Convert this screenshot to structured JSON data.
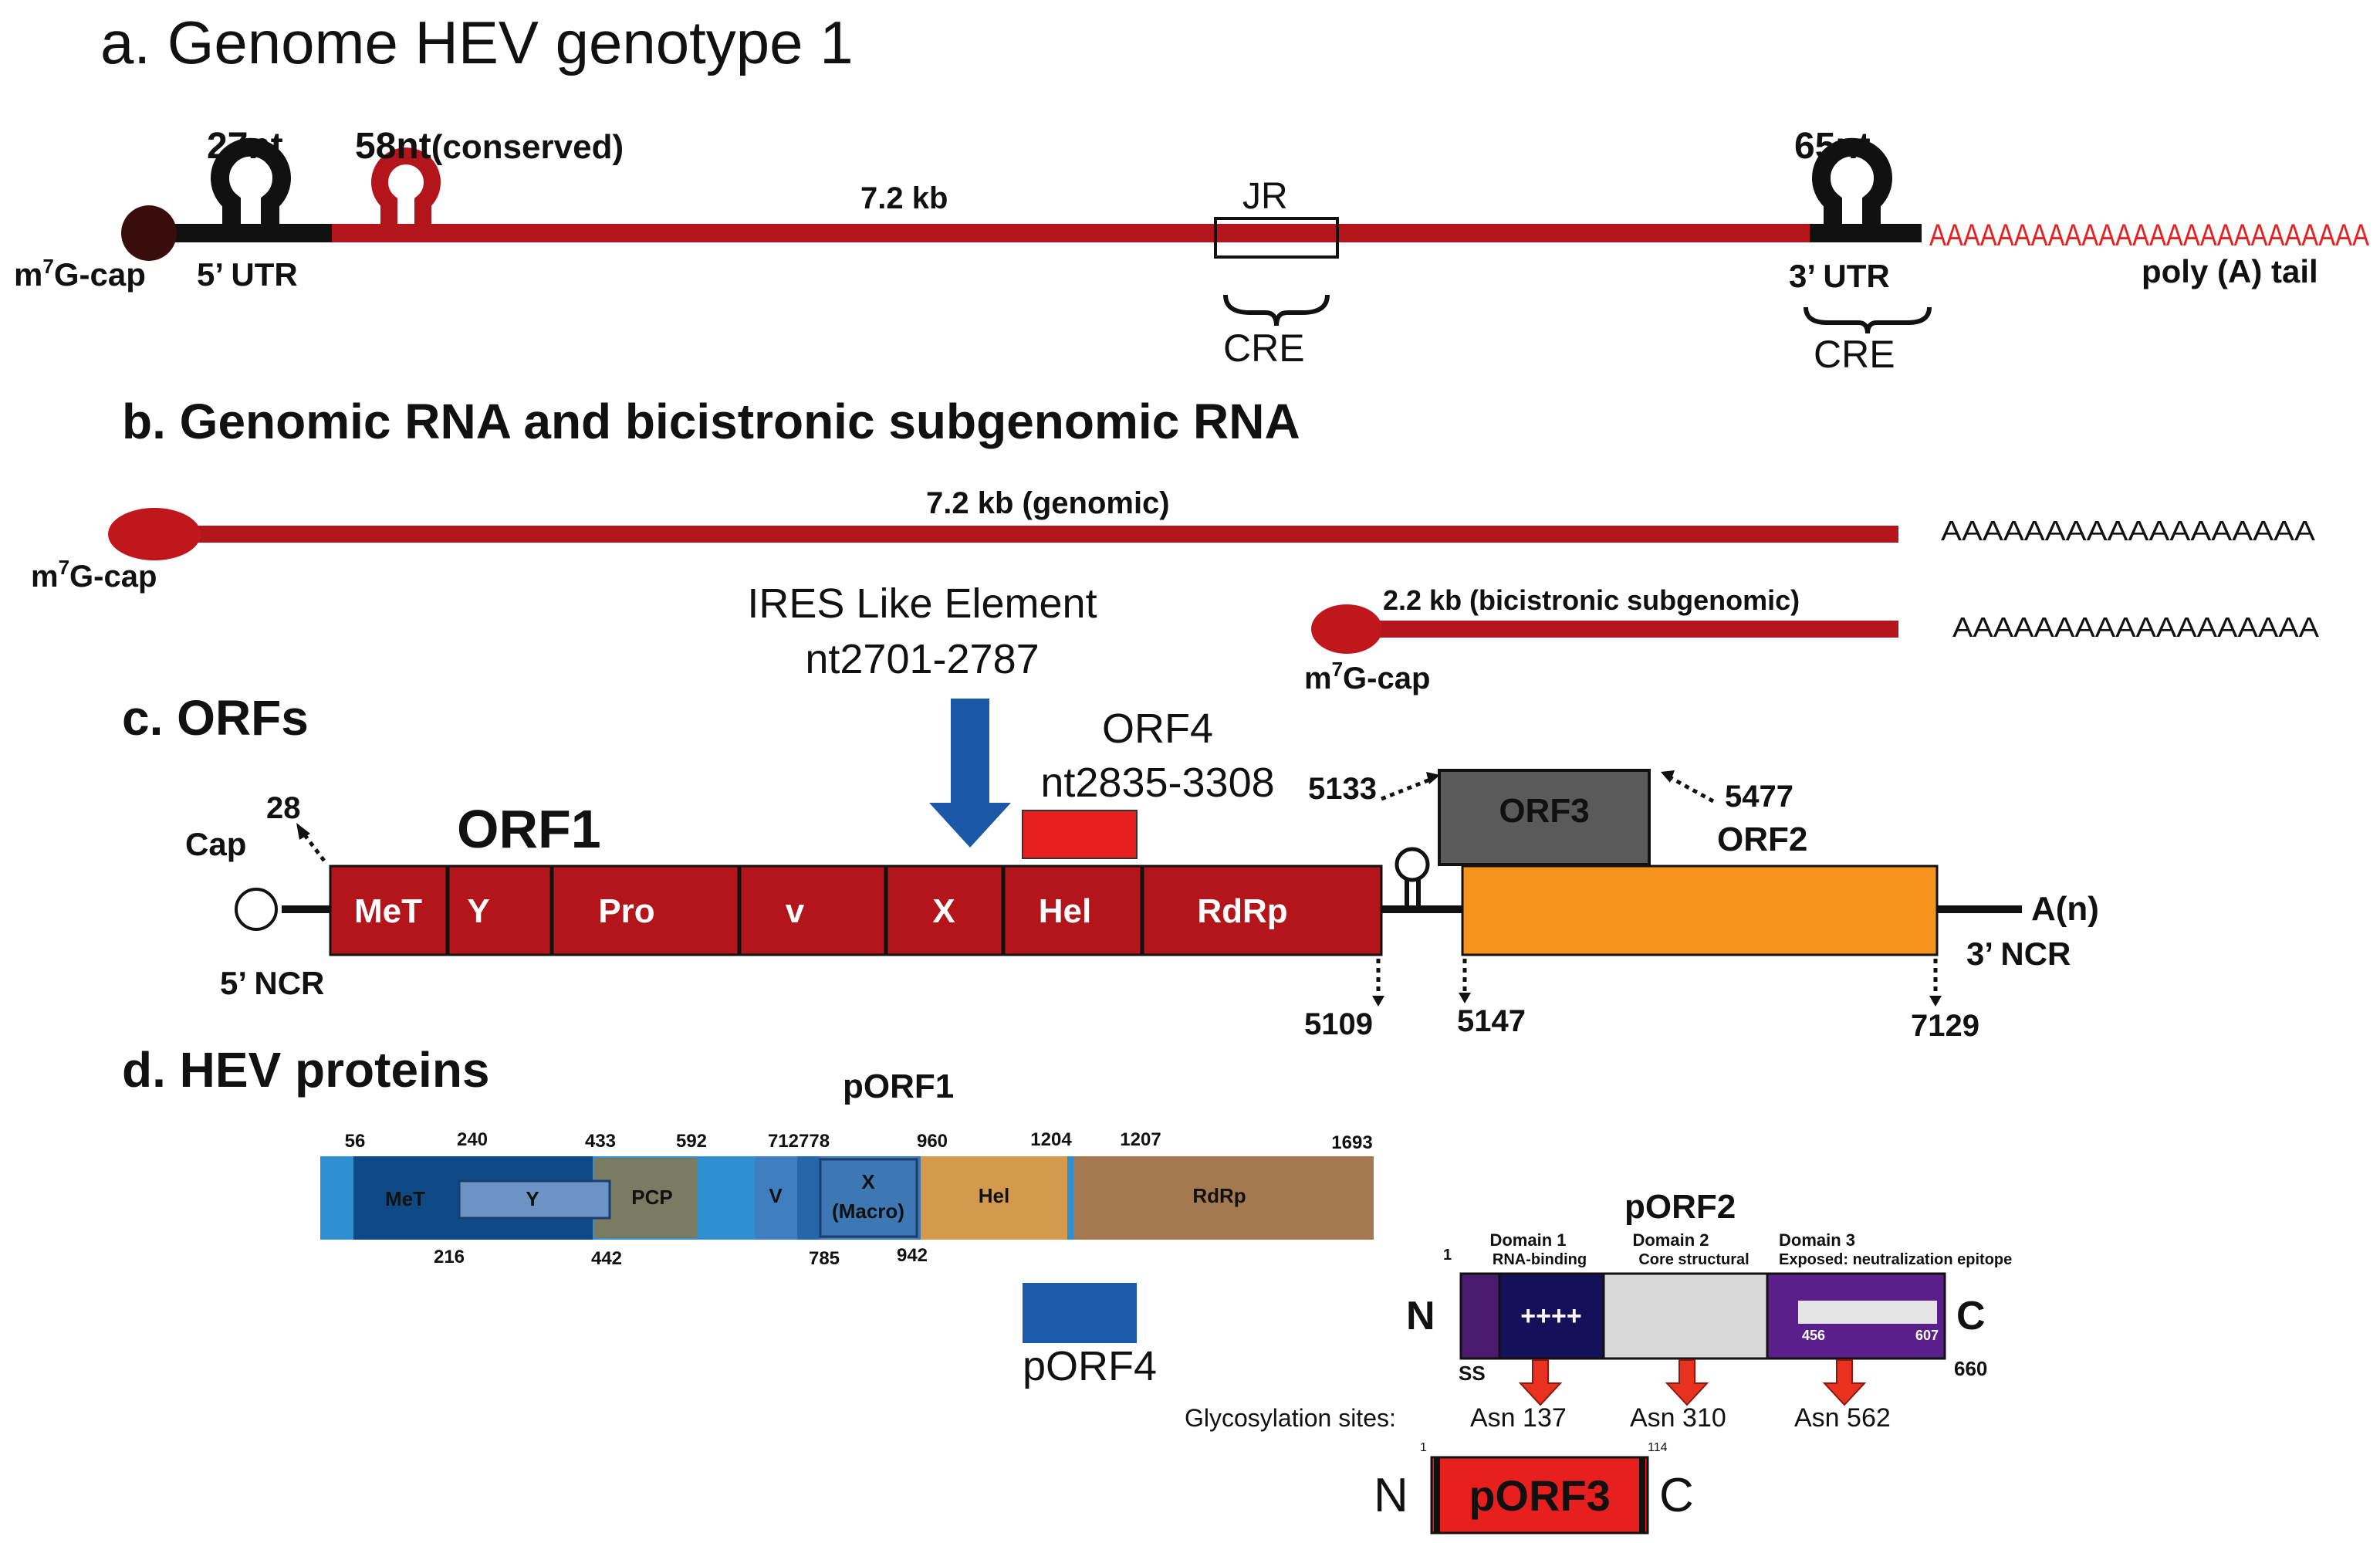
{
  "colors": {
    "genome_red": "#b3151b",
    "dark": "#111111",
    "bright_red": "#e81f1f",
    "orange": "#f7941d",
    "gray_orf3": "#5a5a5a",
    "arrow_blue": "#1b59a8",
    "porf2_purple": "#4a1a6e",
    "porf2_navy": "#14105a",
    "porf2_gray": "#d9d9d9",
    "porf2_dom3": "#5a1f8a"
  },
  "section_a": {
    "title": "a. Genome HEV genotype 1",
    "hairpin_27": "27nt",
    "hairpin_58": "58nt",
    "hairpin_58_note": "(conserved)",
    "hairpin_65": "65nt",
    "length": "7.2 kb",
    "jr": "JR",
    "cre_1": "CRE",
    "cre_2": "CRE",
    "cap": "m",
    "cap_sup": "7",
    "cap_rest": "G-cap",
    "utr5": "5’ UTR",
    "utr3": "3’ UTR",
    "polyA_label": "poly (A) tail",
    "polyA_seq": "AAAAAAAAAAAAAAAAAAAAAAAAAA"
  },
  "section_b": {
    "title": "b. Genomic RNA and  bicistronic subgenomic RNA",
    "genomic_label": "7.2 kb (genomic)",
    "subgenomic_label": "2.2 kb (bicistronic subgenomic)",
    "cap1_m": "m",
    "cap1_sup": "7",
    "cap1_rest": "G-cap",
    "cap2_m": "m",
    "cap2_sup": "7",
    "cap2_rest": "G-cap",
    "polyA_1": "AAAAAAAAAAAAAAAAAA",
    "polyA_2": "AAAAAAAAAAAAAAAAAA",
    "ires_line1": "IRES Like Element",
    "ires_line2": "nt2701-2787"
  },
  "section_c": {
    "title": "c. ORFs",
    "orf1_label": "ORF1",
    "orf4_line1": "ORF4",
    "orf4_line2": "nt2835-3308",
    "cap": "Cap",
    "pos_28": "28",
    "ncr5": "5’ NCR",
    "ncr3": "3’ NCR",
    "an": "A(n)",
    "orf1_domains": [
      "MeT",
      "Y",
      "Pro",
      "v",
      "X",
      "Hel",
      "RdRp"
    ],
    "orf3_label": "ORF3",
    "orf2_label": "ORF2",
    "pos_5133": "5133",
    "pos_5477": "5477",
    "pos_5109": "5109",
    "pos_5147": "5147",
    "pos_7129": "7129"
  },
  "section_d": {
    "title": "d. HEV proteins",
    "porf1_label": "pORF1",
    "porf1_top_numbers": [
      "56",
      "240",
      "433",
      "592",
      "712778",
      "960",
      "1204",
      "1207",
      "1693"
    ],
    "porf1_bottom_numbers": [
      "216",
      "442",
      "785",
      "942"
    ],
    "porf1_domains": [
      "MeT",
      "Y",
      "PCP",
      "V",
      "X",
      "(Macro)",
      "Hel",
      "RdRp"
    ],
    "porf4_label": "pORF4",
    "porf2_label": "pORF2",
    "porf2_start": "1",
    "porf2_end": "660",
    "dom1_title": "Domain 1",
    "dom1_sub": "RNA-binding",
    "dom2_title": "Domain 2",
    "dom2_sub": "Core structural",
    "dom3_title": "Domain 3",
    "dom3_sub": "Exposed: neutralization epitope",
    "dom1_charge": "++++",
    "epitope_start": "456",
    "epitope_end": "607",
    "n_label": "N",
    "c_label": "C",
    "ss_label": "SS",
    "glyco_label": "Glycosylation sites:",
    "glyco_sites": [
      "Asn 137",
      "Asn 310",
      "Asn 562"
    ],
    "porf3_label": "pORF3",
    "porf3_n": "N",
    "porf3_c": "C",
    "porf3_start": "1",
    "porf3_end": "114"
  }
}
